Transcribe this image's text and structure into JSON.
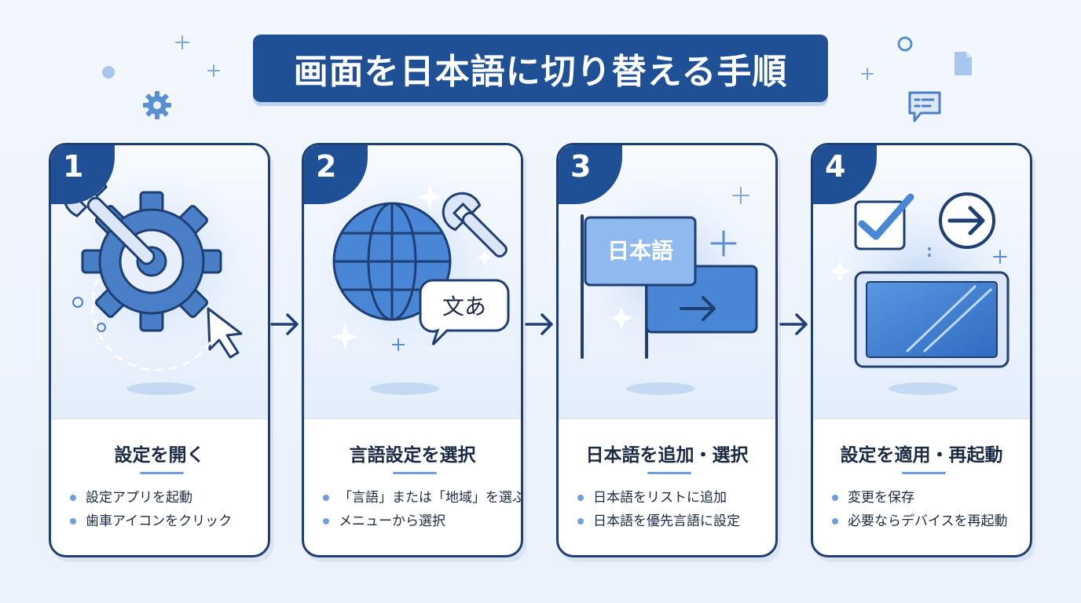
{
  "title": "画面を日本語に切り替える手順",
  "colors": {
    "banner": "#1f5096",
    "card_border": "#1e3f73",
    "accent": "#4a86d6",
    "illustration_bg": "#e4eefb"
  },
  "steps": [
    {
      "number": "1",
      "title": "設定を開く",
      "icon": "gear-wrench-cursor-icon",
      "bullets": [
        "設定アプリを起動",
        "歯車アイコンをクリック"
      ]
    },
    {
      "number": "2",
      "title": "言語設定を選択",
      "icon": "globe-translate-icon",
      "bubble_text": "文あ",
      "bullets": [
        "「言語」または「地域」を選ぶ",
        "メニューから選択"
      ]
    },
    {
      "number": "3",
      "title": "日本語を追加・選択",
      "icon": "language-flag-icon",
      "flag_text": "日本語",
      "bullets": [
        "日本語をリストに追加",
        "日本語を優先言語に設定"
      ]
    },
    {
      "number": "4",
      "title": "設定を適用・再起動",
      "icon": "check-apply-monitor-icon",
      "bullets": [
        "変更を保存",
        "必要ならデバイスを再起動"
      ]
    }
  ]
}
